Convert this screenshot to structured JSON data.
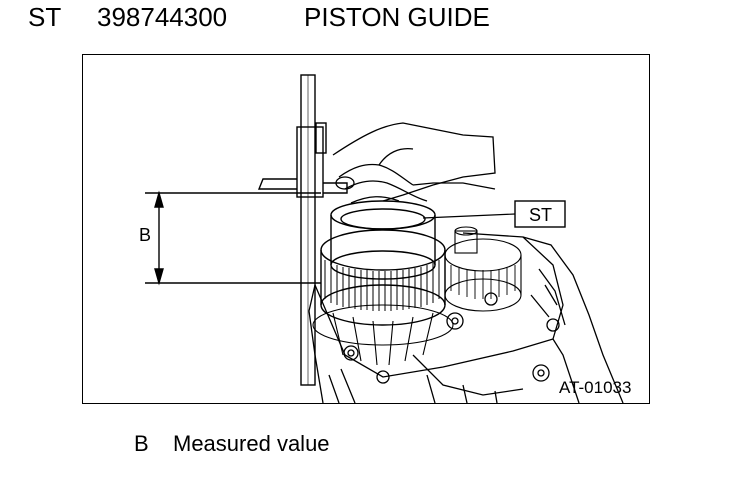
{
  "header": {
    "tool_code": "ST",
    "part_number": "398744300",
    "tool_name": "PISTON GUIDE"
  },
  "figure": {
    "dimension_label": "B",
    "callout_label": "ST",
    "figure_id": "AT-01033"
  },
  "caption": {
    "key": "B",
    "text": "Measured value"
  }
}
